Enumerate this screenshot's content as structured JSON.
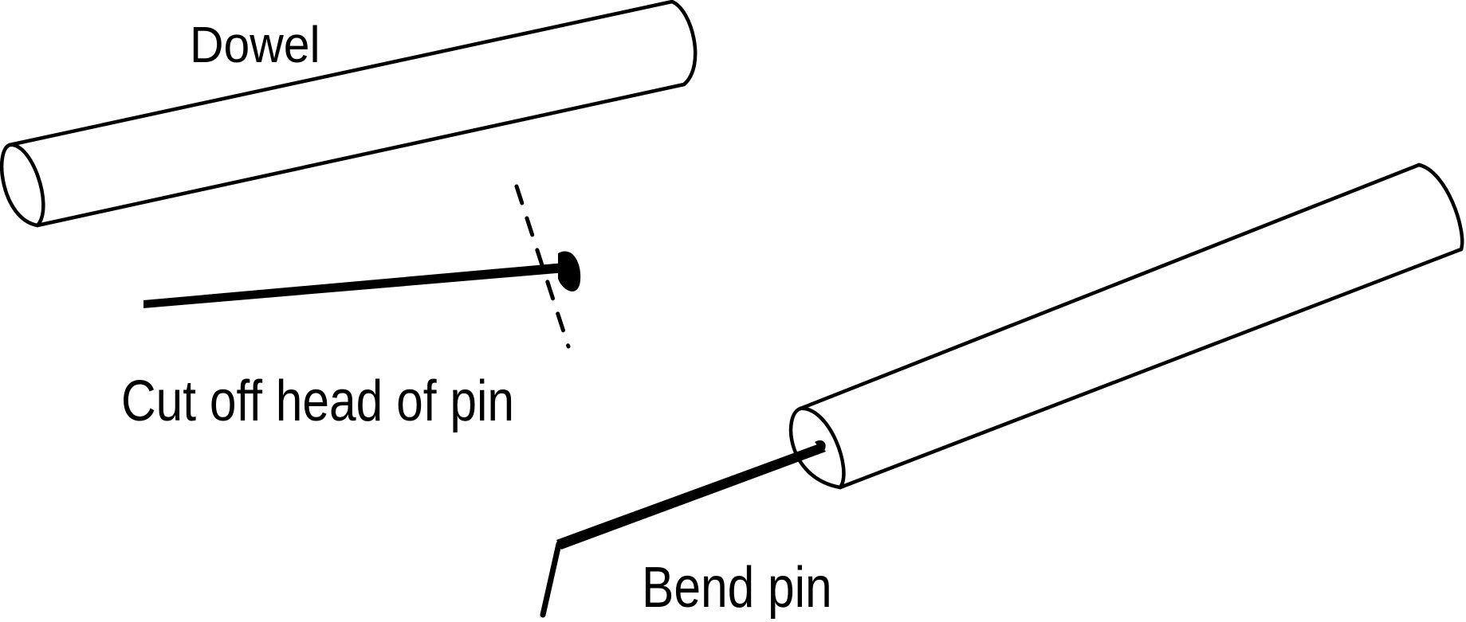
{
  "labels": {
    "dowel": "Dowel",
    "cut_pin": "Cut off head of pin",
    "bend_pin": "Bend pin"
  },
  "colors": {
    "ink": "#000000",
    "background": "#ffffff"
  }
}
